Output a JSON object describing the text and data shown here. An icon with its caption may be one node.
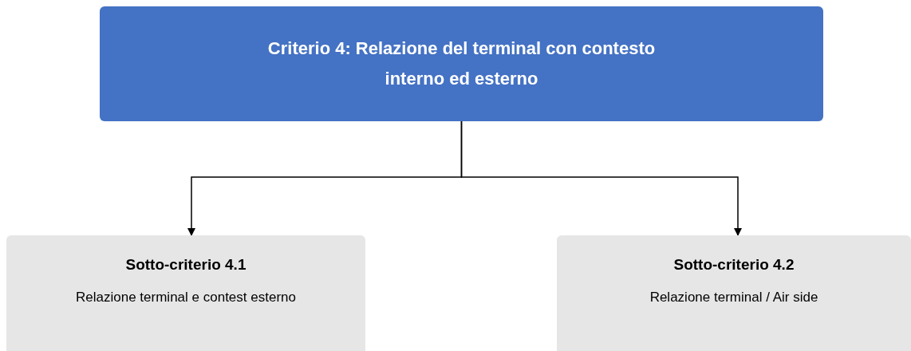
{
  "diagram": {
    "nodes": [
      {
        "text": [
          "Criterio 4: Relazione del terminal con contesto interno ed esterno"
        ]
      },
      {
        "text": [
          "Sotto-criterio 4.1",
          "Relazione terminal e contest esterno"
        ]
      },
      {
        "text": [
          "Sotto-criterio 4.2",
          "Relazione terminal / Air side"
        ]
      }
    ],
    "edges": [
      {
        "from": 0,
        "to": 1,
        "arrow": "to"
      },
      {
        "from": 0,
        "to": 2,
        "arrow": "to"
      }
    ]
  }
}
